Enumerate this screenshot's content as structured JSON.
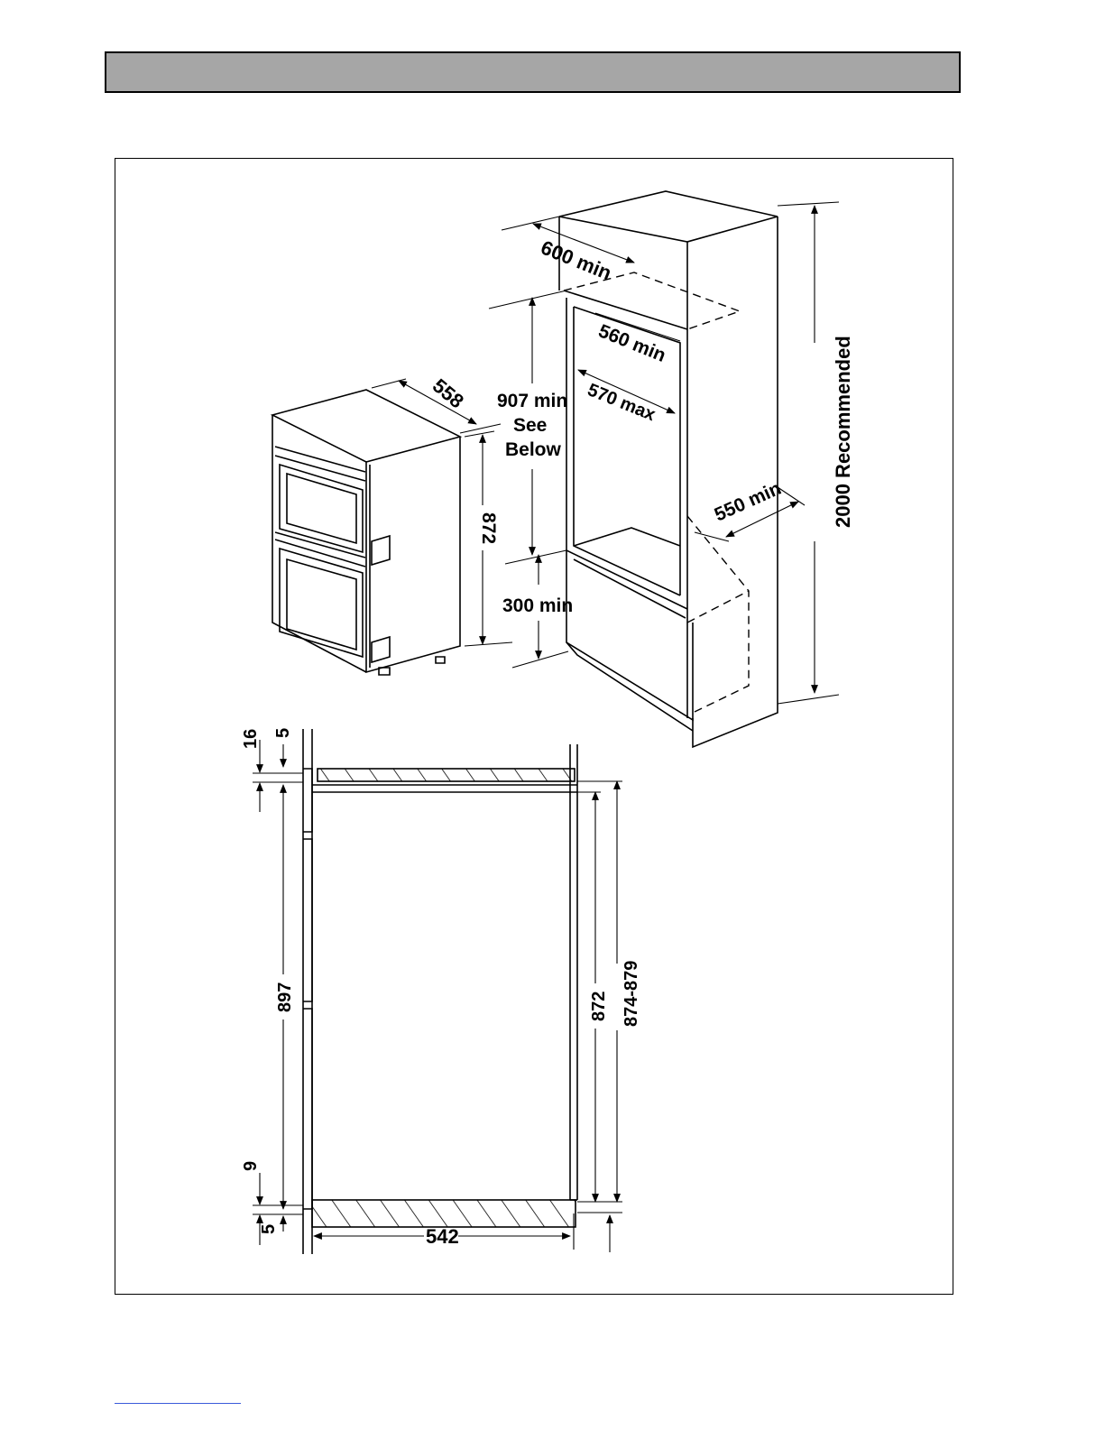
{
  "header": {
    "title": ""
  },
  "dimensions": {
    "cabinet_depth_top": "600 min",
    "aperture_width_top": "560 min",
    "aperture_width_inner": "570 max",
    "aperture_height": "907 min",
    "aperture_height_note_1": "See",
    "aperture_height_note_2": "Below",
    "base_height": "300 min",
    "cabinet_depth": "550 min",
    "overall_height": "2000 Recommended",
    "oven_depth": "558",
    "oven_height": "872"
  },
  "section": {
    "top_gap": "16",
    "top_trim": "5",
    "opening_height": "897",
    "bottom_gap": "9",
    "bottom_trim": "5",
    "inner_height": "872",
    "cavity_height": "874-879",
    "width": "542"
  },
  "footer": {
    "link_text": ""
  }
}
